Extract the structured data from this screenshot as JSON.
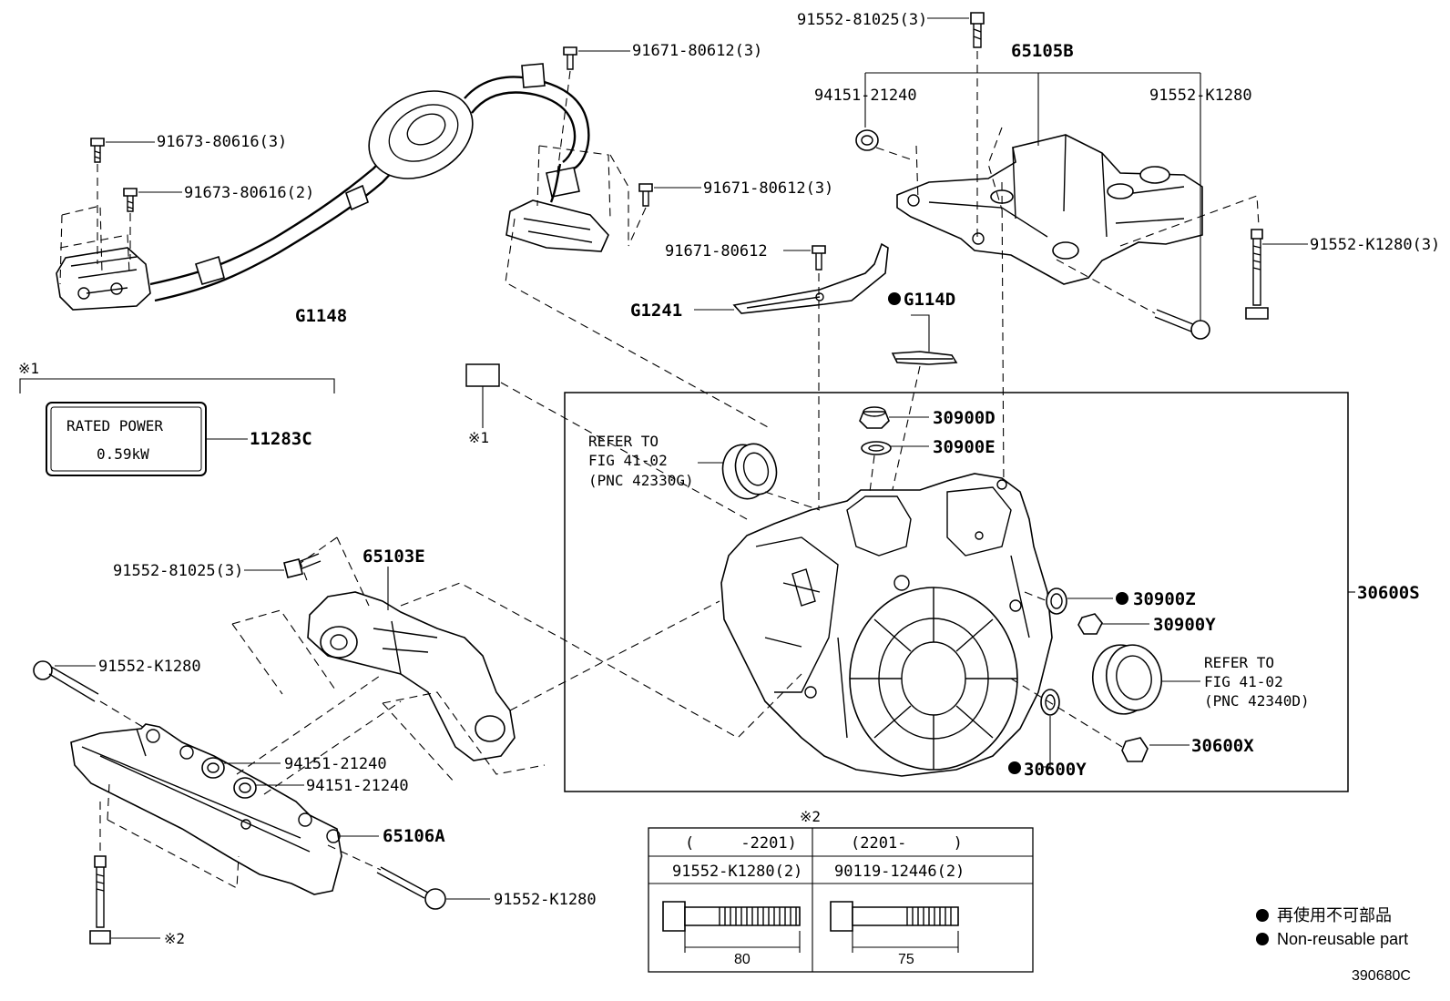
{
  "labels": {
    "b_91673_a": "91673-80616(3)",
    "b_91673_b": "91673-80616(2)",
    "harness_g1148": "G1148",
    "b_91671_top": "91671-80612(3)",
    "b_91671_mid": "91671-80612(3)",
    "b_91671_single": "91671-80612",
    "bracket_g1241": "G1241",
    "pad_g114d": "G114D",
    "b_91552_81025_top": "91552-81025(3)",
    "mount_65105b": "65105B",
    "n_94151_top": "94151-21240",
    "b_91552_k1280_top": "91552-K1280",
    "b_91552_k1280_3": "91552-K1280(3)",
    "note_x1": "※1",
    "rated_power_title": "RATED POWER",
    "rated_power_value": "0.59kW",
    "label_11283c": "11283C",
    "note_x1_b": "※1",
    "refer_a_l1": "REFER TO",
    "refer_a_l2": "FIG 41-02",
    "refer_a_l3": "(PNC 42330G)",
    "s_30900d": "30900D",
    "s_30900e": "30900E",
    "s_30900z": "30900Z",
    "s_30900y": "30900Y",
    "assy_30600s": "30600S",
    "refer_b_l1": "REFER TO",
    "refer_b_l2": "FIG 41-02",
    "refer_b_l3": "(PNC 42340D)",
    "s_30600x": "30600X",
    "s_30600y": "30600Y",
    "b_91552_81025_left": "91552-81025(3)",
    "mount_65103e": "65103E",
    "b_91552_k1280_left": "91552-K1280",
    "n_94151_a": "94151-21240",
    "n_94151_b": "94151-21240",
    "member_65106a": "65106A",
    "b_91552_k1280_bottom": "91552-K1280",
    "note_x2": "※2",
    "table_note": "※2",
    "table_col1_range": "(     -2201)",
    "table_col2_range": "(2201-     )",
    "table_col1_part": "91552-K1280(2)",
    "table_col2_part": "90119-12446(2)",
    "table_col1_len": "80",
    "table_col2_len": "75",
    "legend_jp": "再使用不可部品",
    "legend_en": "Non-reusable part",
    "figure_code": "390680C"
  }
}
